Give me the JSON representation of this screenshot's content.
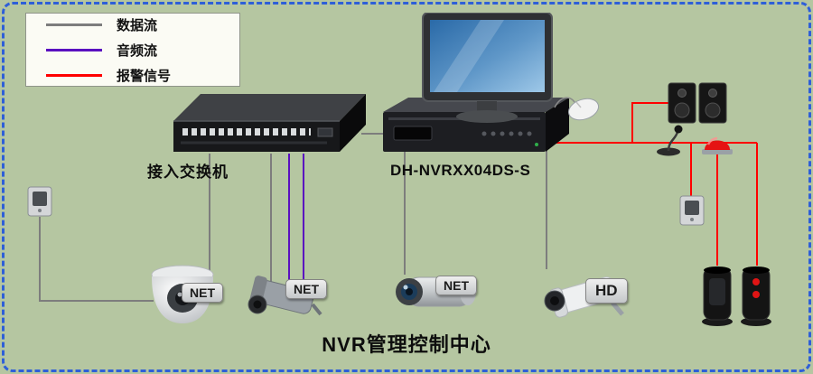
{
  "legend": {
    "items": [
      {
        "label": "数据流",
        "color": "#7d7d7d"
      },
      {
        "label": "音频流",
        "color": "#5a10c0"
      },
      {
        "label": "报警信号",
        "color": "#ff0000"
      }
    ]
  },
  "labels": {
    "switch": "接入交换机",
    "nvr": "DH-NVRXX04DS-S",
    "title": "NVR管理控制中心"
  },
  "cameras": [
    {
      "type": "dome-camera",
      "badge": "NET"
    },
    {
      "type": "bullet-camera",
      "badge": "NET"
    },
    {
      "type": "cylinder-camera",
      "badge": "NET"
    },
    {
      "type": "hd-camera",
      "badge": "HD"
    }
  ],
  "colors": {
    "background": "#b5c6a1",
    "frame_border": "#2e5fd8",
    "data_line": "#7d7d7d",
    "audio_line": "#5a10c0",
    "alarm_line": "#ff0000"
  }
}
